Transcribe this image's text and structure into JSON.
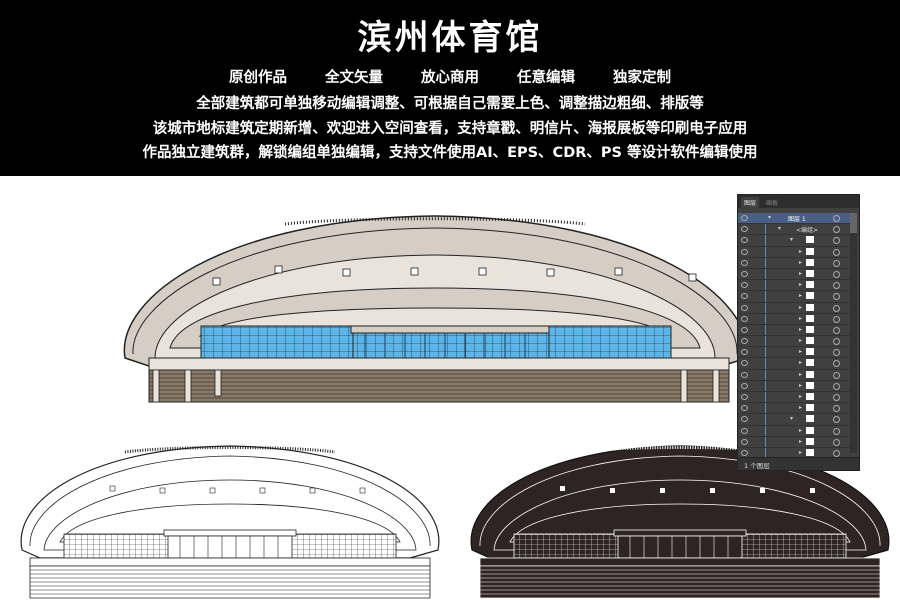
{
  "banner": {
    "title": "滨州体育馆",
    "features": [
      "原创作品",
      "全文矢量",
      "放心商用",
      "任意编辑",
      "独家定制"
    ],
    "line2": "全部建筑都可单独移动编辑调整、可根据自己需要上色、调整描边粗细、排版等",
    "line3": "该城市地标建筑定期新增、欢迎进入空间查看，支持章戳、明信片、海报展板等印刷电子应用",
    "line4": "作品独立建筑群，解锁编组单独编辑，支持文件使用AI、EPS、CDR、PS 等设计软件编辑使用"
  },
  "layers_panel": {
    "tab_active": "图层",
    "tab_inactive": "画板",
    "layer_name": "图层 1",
    "group_name": "<编组>",
    "footer": "1 个图层"
  },
  "colors": {
    "banner_bg": "#000000",
    "roof": "#d6cec4",
    "roof_light": "#e9e3db",
    "glass": "#5db4e6",
    "stairs": "#8a7a6a",
    "dark_version": "#2f2424"
  }
}
